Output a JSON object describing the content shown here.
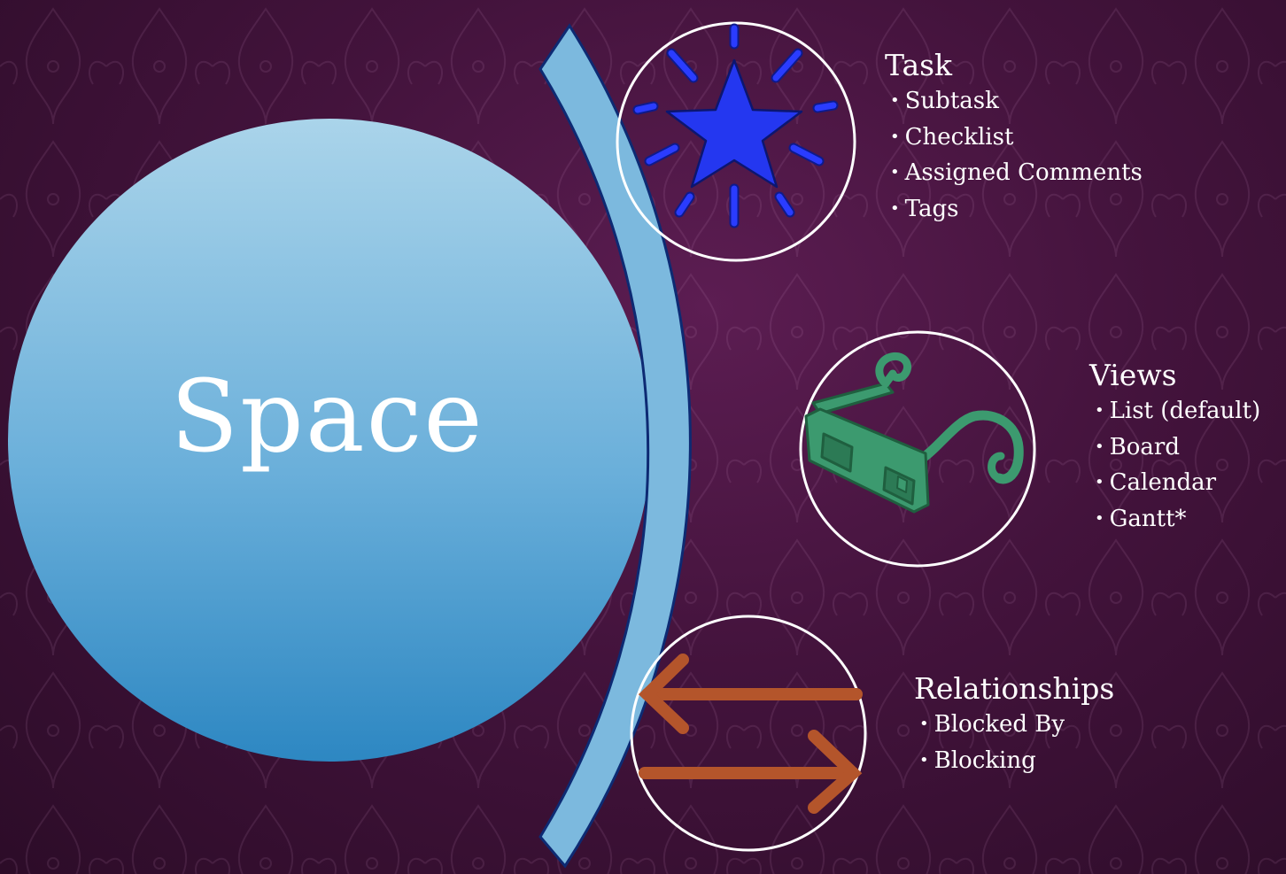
{
  "slide": {
    "title": "Space",
    "colors": {
      "background": "#43133c",
      "space_circle_top": "#a9d3ea",
      "space_circle_bottom": "#2e8ac4",
      "arc": "#7cb8de",
      "arc_outline": "#0d2a73",
      "star": "#2437f0",
      "glasses": "#3c9a6f",
      "arrows": "#b4552b",
      "text": "#ffffff"
    }
  },
  "task": {
    "heading": "Task",
    "icon": "star-burst-icon",
    "items": [
      {
        "label": "Subtask"
      },
      {
        "label": "Checklist"
      },
      {
        "label": "Assigned Comments"
      },
      {
        "label": "Tags"
      }
    ]
  },
  "views": {
    "heading": "Views",
    "icon": "3d-glasses-icon",
    "items": [
      {
        "label": "List (default)"
      },
      {
        "label": "Board"
      },
      {
        "label": "Calendar"
      },
      {
        "label": "Gantt*"
      }
    ]
  },
  "relationships": {
    "heading": "Relationships",
    "icon": "swap-arrows-icon",
    "items": [
      {
        "label": "Blocked By"
      },
      {
        "label": "Blocking"
      }
    ]
  }
}
